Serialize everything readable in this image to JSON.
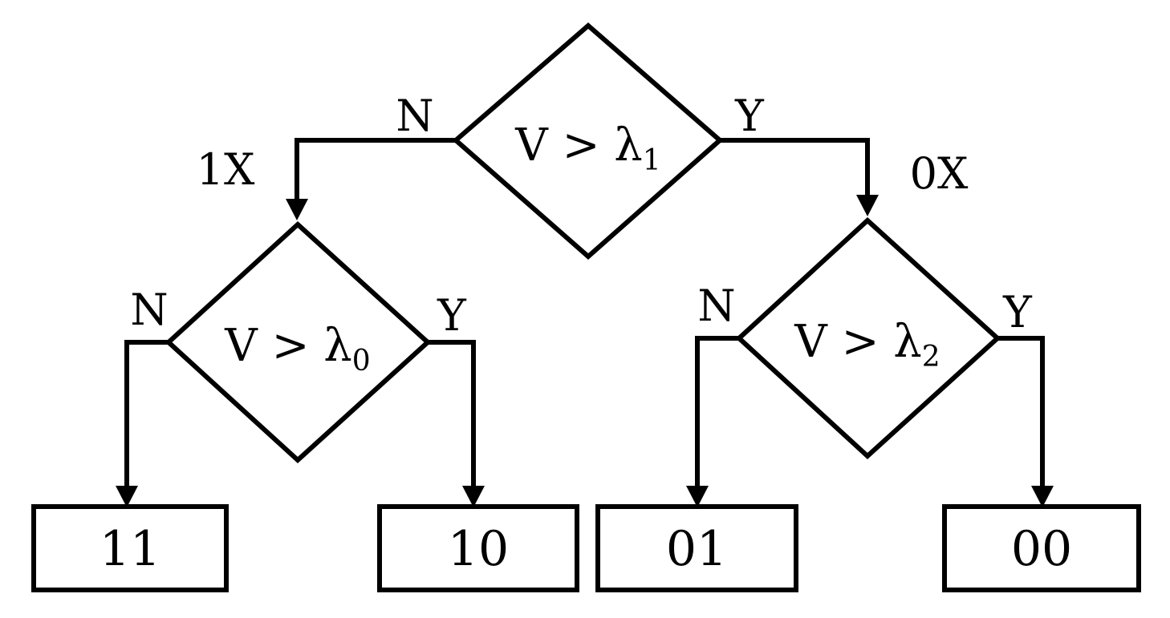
{
  "diagram": {
    "decisions": {
      "top": {
        "variable": "V",
        "operator": ">",
        "symbol": "λ",
        "subscript": "1"
      },
      "left": {
        "variable": "V",
        "operator": ">",
        "symbol": "λ",
        "subscript": "0"
      },
      "right": {
        "variable": "V",
        "operator": ">",
        "symbol": "λ",
        "subscript": "2"
      }
    },
    "branch_labels": {
      "top_no": "N",
      "top_yes": "Y",
      "left_no": "N",
      "left_yes": "Y",
      "right_no": "N",
      "right_yes": "Y"
    },
    "edge_codes": {
      "top_no": "1X",
      "top_yes": "0X"
    },
    "outputs": [
      "11",
      "10",
      "01",
      "00"
    ],
    "colors": {
      "stroke": "#000000",
      "background": "#ffffff"
    }
  }
}
